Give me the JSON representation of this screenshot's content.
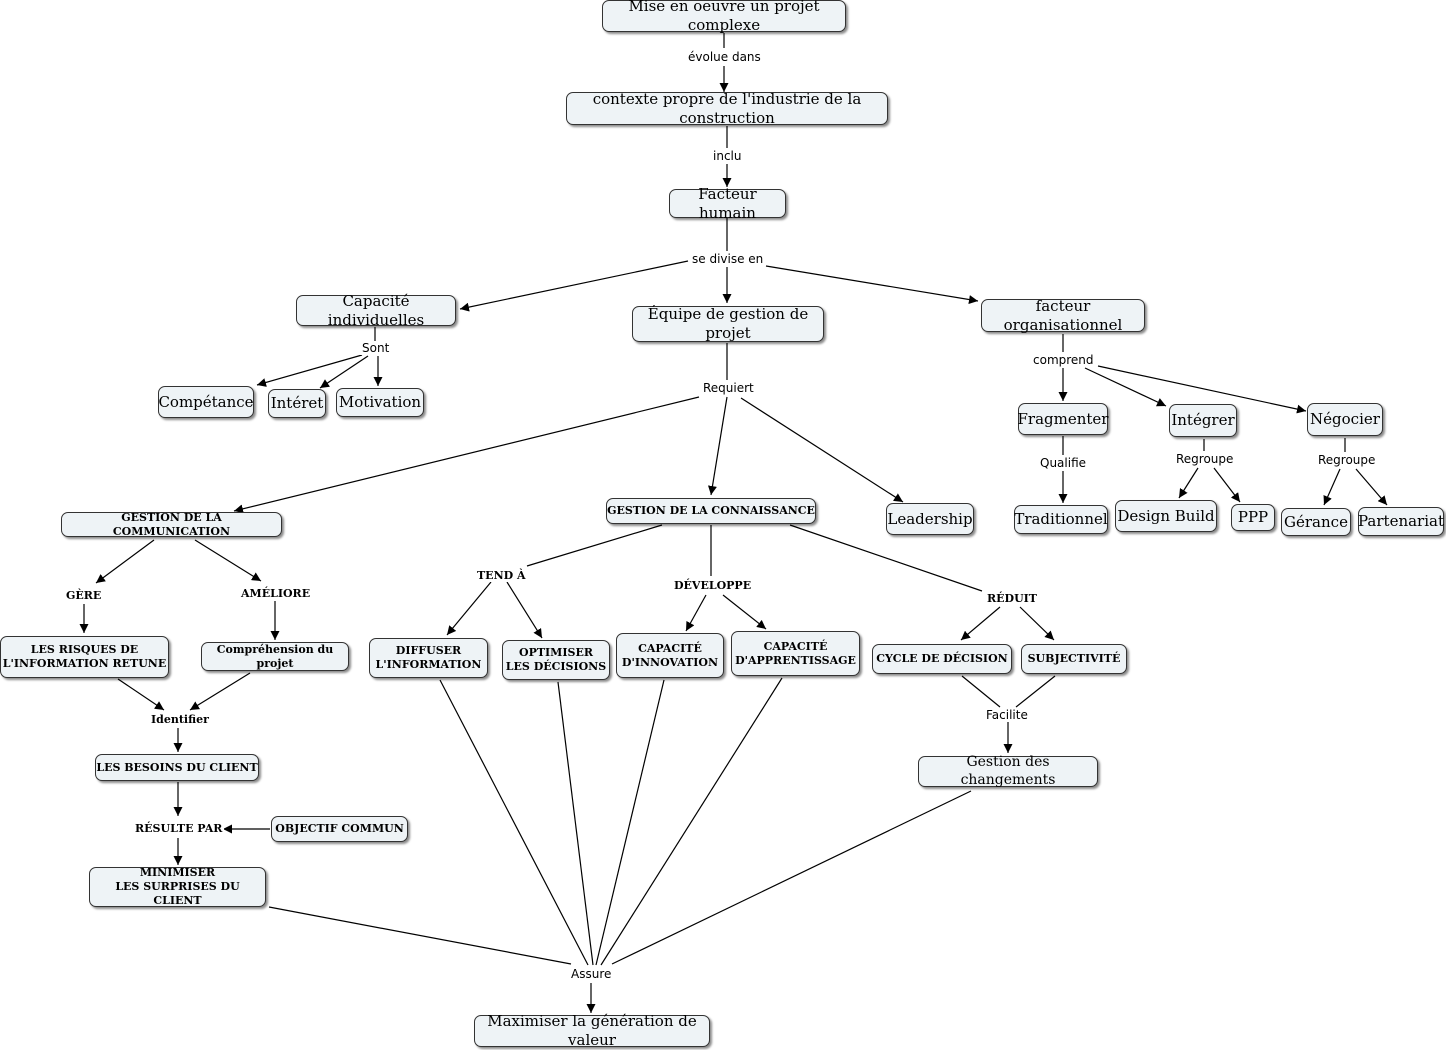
{
  "nodes": {
    "mise_en_oeuvre": "Mise en oeuvre un projet complexe",
    "contexte": "contexte propre de l'industrie de la construction",
    "facteur_humain": "Facteur humain",
    "capacite_indiv": "Capacité individuelles",
    "equipe": "Équipe de gestion de projet",
    "facteur_org": "facteur organisationnel",
    "competance": "Compétance",
    "interet": "Intéret",
    "motivation": "Motivation",
    "fragmenter": "Fragmenter",
    "integrer": "Intégrer",
    "negocier": "Négocier",
    "traditionnel": "Traditionnel",
    "design_build": "Design Build",
    "ppp": "PPP",
    "gerance": "Gérance",
    "partenariat": "Partenariat",
    "gestion_communication": "GESTION DE LA COMMUNICATION",
    "gestion_connaissance": "GESTION DE LA CONNAISSANCE",
    "leadership": "Leadership",
    "risques": "LES RISQUES DE\nL'INFORMATION RETUNE",
    "comprehension": "Compréhension du projet",
    "besoins": "LES BESOINS DU CLIENT",
    "objectif": "OBJECTIF COMMUN",
    "minimiser": "MINIMISER\nLES SURPRISES DU CLIENT",
    "diffuser": "DIFFUSER\nL'INFORMATION",
    "optimiser": "OPTIMISER\nLES DÉCISIONS",
    "cap_innovation": "CAPACITÉ\nD'INNOVATION",
    "cap_apprentissage": "CAPACITÉ\nD'APPRENTISSAGE",
    "cycle": "CYCLE DE DÉCISION",
    "subjectivite": "SUBJECTIVITÉ",
    "changements": "Gestion des changements",
    "maximiser": "Maximiser la génération de valeur"
  },
  "links": {
    "evolue_dans": "évolue dans",
    "inclu": "inclu",
    "se_divise_en": "se divise en",
    "sont": "Sont",
    "comprend": "comprend",
    "requiert": "Requiert",
    "qualifie": "Qualifie",
    "regroupe_1": "Regroupe",
    "regroupe_2": "Regroupe",
    "gere": "GÈRE",
    "ameliore": "AMÉLIORE",
    "tend_a": "TEND À",
    "developpe": "DÉVELOPPE",
    "reduit": "RÉDUIT",
    "identifier": "Identifier",
    "resulte_par": "RÉSULTE PAR",
    "facilite": "Facilite",
    "assure": "Assure"
  }
}
